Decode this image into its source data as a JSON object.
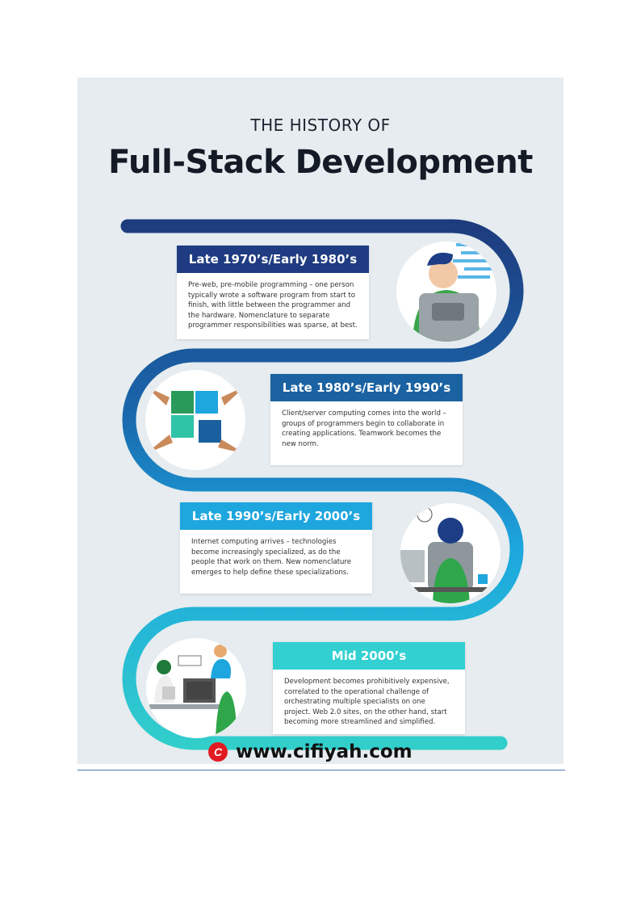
{
  "header": {
    "kicker": "THE HISTORY OF",
    "title": "Full-Stack Development"
  },
  "eras": [
    {
      "title": "Late 1970’s/Early 1980’s",
      "body": "Pre-web, pre-mobile programming – one person typically wrote a software program from start to finish, with little between the programmer and the hardware. Nomenclature to separate programmer responsibilities was sparse, at best.",
      "color": "#1f3c82"
    },
    {
      "title": "Late 1980’s/Early 1990’s",
      "body": "Client/server computing comes into the world – groups of programmers begin to collaborate in creating applications. Teamwork becomes the new norm.",
      "color": "#1a62a2"
    },
    {
      "title": "Late 1990’s/Early 2000’s",
      "body": "Internet computing arrives – technologies become increasingly specialized, as do the people that work on them. New nomenclature emerges to help define these specializations.",
      "color": "#1ea6de"
    },
    {
      "title": "Mid 2000’s",
      "body": "Development becomes prohibitively expensive, correlated to the operational challenge of orchestrating multiple specialists on one project. Web 2.0 sites, on the other hand, start becoming more streamlined and simplified.",
      "color": "#33d0d2"
    }
  ],
  "watermark": {
    "logo": "C",
    "text": "www.cifiyah.com"
  }
}
